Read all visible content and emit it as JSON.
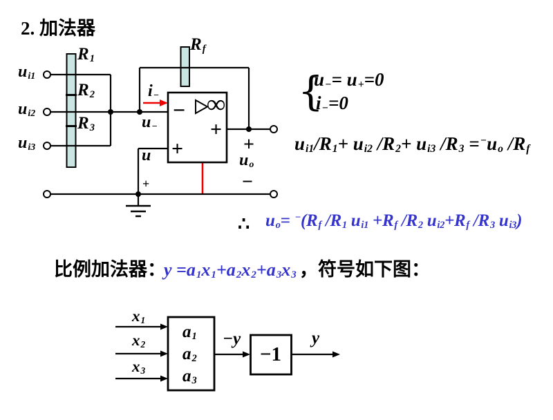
{
  "title": "2. 加法器",
  "colors": {
    "background": "#ffffff",
    "ink": "#000000",
    "accent_blue": "#3434cd",
    "wire_red": "#ee0000",
    "resistor_fill": "#c9e6e3"
  },
  "circuit": {
    "input_labels": [
      [
        {
          "t": "u"
        },
        {
          "sub": "i1"
        }
      ],
      [
        {
          "t": "u"
        },
        {
          "sub": "i2"
        }
      ],
      [
        {
          "t": "u"
        },
        {
          "sub": "i3"
        }
      ]
    ],
    "resistor_labels": [
      [
        {
          "t": "R"
        },
        {
          "sub": "1"
        }
      ],
      [
        {
          "t": "R"
        },
        {
          "sub": "2"
        }
      ],
      [
        {
          "t": "R"
        },
        {
          "sub": "3"
        }
      ]
    ],
    "feedback_resistor_label": [
      {
        "t": "R"
      },
      {
        "sub": "f"
      }
    ],
    "current_arrow_label": [
      {
        "t": "i"
      },
      {
        "sub": "−"
      }
    ],
    "inverting_node_label": [
      {
        "t": "u"
      },
      {
        "sub": "−"
      }
    ],
    "noninverting_node_label": [
      {
        "t": "u"
      }
    ],
    "bottom_plus_sign": "+",
    "opamp": {
      "inverting_sign": "−",
      "gain_symbol": "∞",
      "output_sign": "+",
      "noninverting_sign": "+"
    },
    "output_marks": {
      "plus": "+",
      "label": [
        {
          "t": "u"
        },
        {
          "sub": "o"
        }
      ],
      "minus": "−"
    }
  },
  "derivation": {
    "brace": "{",
    "virtual_short": [
      {
        "t": "u"
      },
      {
        "sub": "−"
      },
      {
        "t": "= u"
      },
      {
        "sub": "+"
      },
      {
        "t": "=0"
      }
    ],
    "virtual_open": [
      {
        "t": "i"
      },
      {
        "sub": "−"
      },
      {
        "t": "=0"
      }
    ],
    "kcl_equation": [
      {
        "t": "u"
      },
      {
        "sub": "i1"
      },
      {
        "t": "/R"
      },
      {
        "sub": "1"
      },
      {
        "t": "+ u"
      },
      {
        "sub": "i2"
      },
      {
        "t": " /R"
      },
      {
        "sub": "2"
      },
      {
        "t": "+ u"
      },
      {
        "sub": "i3"
      },
      {
        "t": " /R"
      },
      {
        "sub": "3"
      },
      {
        "t": " ="
      },
      {
        "sup": "−"
      },
      {
        "t": "u"
      },
      {
        "sub": "o"
      },
      {
        "t": " /R"
      },
      {
        "sub": "f"
      }
    ],
    "therefore_symbol": "∴",
    "result_equation": [
      {
        "t": "u"
      },
      {
        "sub": "o"
      },
      {
        "t": "= "
      },
      {
        "sup": "−"
      },
      {
        "t": "(R"
      },
      {
        "sub": "f"
      },
      {
        "t": " /R"
      },
      {
        "sub": "1"
      },
      {
        "t": " u"
      },
      {
        "sub": "i1"
      },
      {
        "t": " +R"
      },
      {
        "sub": "f"
      },
      {
        "t": " /R"
      },
      {
        "sub": "2"
      },
      {
        "t": " u"
      },
      {
        "sub": "i2"
      },
      {
        "t": "+R"
      },
      {
        "sub": "f"
      },
      {
        "t": " /R"
      },
      {
        "sub": "3"
      },
      {
        "t": " u"
      },
      {
        "sub": "i3"
      },
      {
        "t": ")"
      }
    ]
  },
  "caption": {
    "label": "比例加法器：",
    "formula": [
      {
        "t": "y ="
      },
      {
        "t": "a"
      },
      {
        "sub": "1"
      },
      {
        "t": "x"
      },
      {
        "sub": "1"
      },
      {
        "t": "+a"
      },
      {
        "sub": "2"
      },
      {
        "t": "x"
      },
      {
        "sub": "2"
      },
      {
        "t": "+a"
      },
      {
        "sub": "3"
      },
      {
        "t": "x"
      },
      {
        "sub": "3"
      }
    ],
    "suffix": "，符号如下图："
  },
  "block_diagram": {
    "input_labels": [
      [
        {
          "t": "x"
        },
        {
          "sub": "1"
        }
      ],
      [
        {
          "t": "x"
        },
        {
          "sub": "2"
        }
      ],
      [
        {
          "t": "x"
        },
        {
          "sub": "3"
        }
      ]
    ],
    "gain_labels": [
      [
        {
          "t": "a"
        },
        {
          "sub": "1"
        }
      ],
      [
        {
          "t": "a"
        },
        {
          "sub": "2"
        }
      ],
      [
        {
          "t": "a"
        },
        {
          "sub": "3"
        }
      ]
    ],
    "intermediate_label": [
      {
        "t": "−y"
      }
    ],
    "inverter_label": "−1",
    "output_label": "y"
  }
}
